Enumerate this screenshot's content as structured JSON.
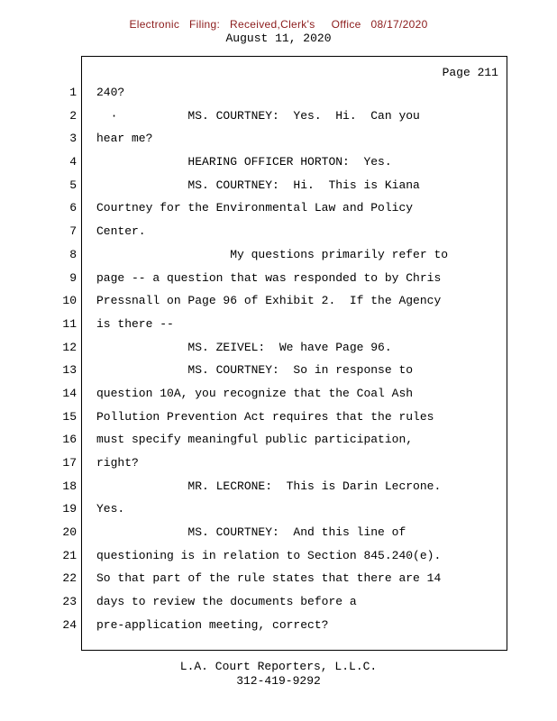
{
  "stamp": {
    "text": "Electronic   Filing:   Received,Clerk's     Office   08/17/2020"
  },
  "date_header": "August 11, 2020",
  "page": {
    "page_label": "Page 211",
    "lines": [
      {
        "num": "1",
        "text": "240?"
      },
      {
        "num": "2",
        "text": "  ·          MS. COURTNEY:  Yes.  Hi.  Can you"
      },
      {
        "num": "3",
        "text": "hear me?"
      },
      {
        "num": "4",
        "text": "             HEARING OFFICER HORTON:  Yes."
      },
      {
        "num": "5",
        "text": "             MS. COURTNEY:  Hi.  This is Kiana"
      },
      {
        "num": "6",
        "text": "Courtney for the Environmental Law and Policy"
      },
      {
        "num": "7",
        "text": "Center."
      },
      {
        "num": "8",
        "text": "                   My questions primarily refer to"
      },
      {
        "num": "9",
        "text": "page -- a question that was responded to by Chris"
      },
      {
        "num": "10",
        "text": "Pressnall on Page 96 of Exhibit 2.  If the Agency"
      },
      {
        "num": "11",
        "text": "is there --"
      },
      {
        "num": "12",
        "text": "             MS. ZEIVEL:  We have Page 96."
      },
      {
        "num": "13",
        "text": "             MS. COURTNEY:  So in response to"
      },
      {
        "num": "14",
        "text": "question 10A, you recognize that the Coal Ash"
      },
      {
        "num": "15",
        "text": "Pollution Prevention Act requires that the rules"
      },
      {
        "num": "16",
        "text": "must specify meaningful public participation,"
      },
      {
        "num": "17",
        "text": "right?"
      },
      {
        "num": "18",
        "text": "             MR. LECRONE:  This is Darin Lecrone."
      },
      {
        "num": "19",
        "text": "Yes."
      },
      {
        "num": "20",
        "text": "             MS. COURTNEY:  And this line of"
      },
      {
        "num": "21",
        "text": "questioning is in relation to Section 845.240(e)."
      },
      {
        "num": "22",
        "text": "So that part of the rule states that there are 14"
      },
      {
        "num": "23",
        "text": "days to review the documents before a"
      },
      {
        "num": "24",
        "text": "pre-application meeting, correct?"
      }
    ]
  },
  "footer": {
    "company": "L.A. Court Reporters, L.L.C.",
    "phone": "312-419-9292"
  }
}
